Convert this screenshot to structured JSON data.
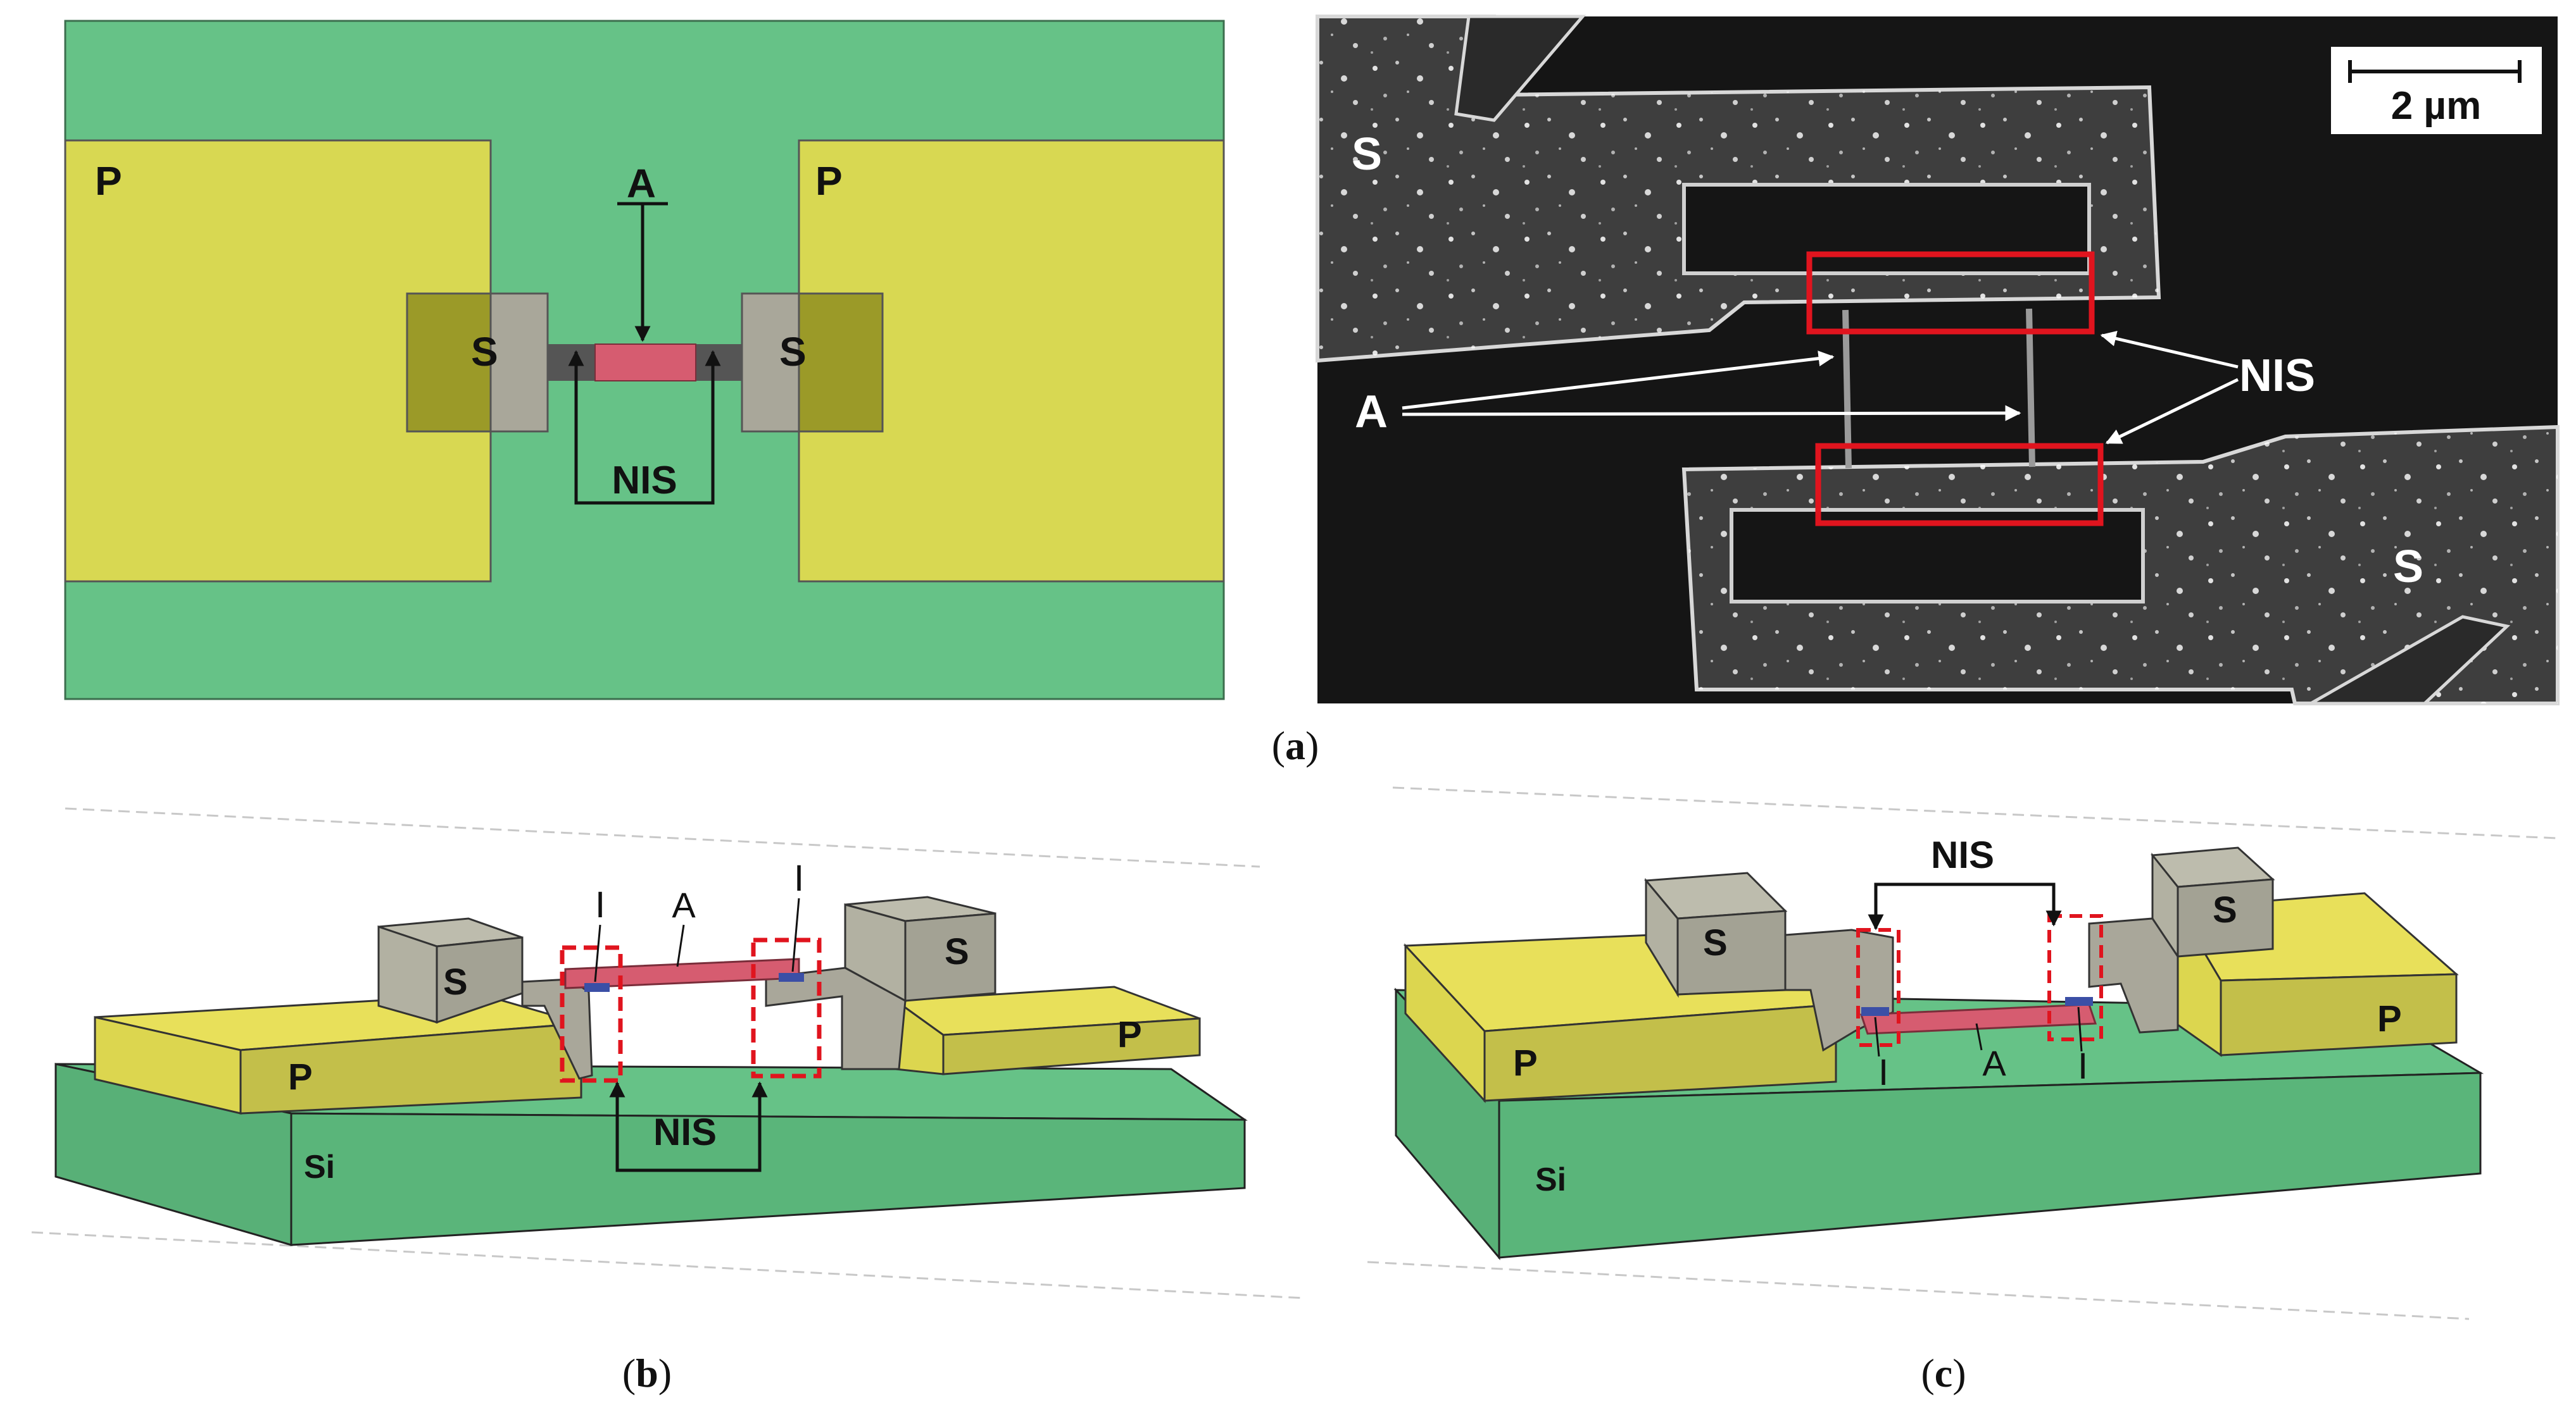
{
  "panel_a_layout": {
    "labels": {
      "p_left": "P",
      "p_right": "P",
      "s_left": "S",
      "s_right": "S",
      "a": "A",
      "nis": "NIS"
    }
  },
  "panel_a_sem": {
    "labels": {
      "s_top": "S",
      "s_bottom": "S",
      "a": "A",
      "nis": "NIS"
    },
    "scale_bar": "2 µm"
  },
  "panel_b": {
    "labels": {
      "s_left": "S",
      "s_right": "S",
      "p_left": "P",
      "p_right": "P",
      "si": "Si",
      "a": "A",
      "i_left": "I",
      "i_right": "I",
      "nis": "NIS"
    }
  },
  "panel_c": {
    "labels": {
      "s_left": "S",
      "s_right": "S",
      "p_left": "P",
      "p_right": "P",
      "si": "Si",
      "a": "A",
      "i_left": "I",
      "i_right": "I",
      "nis": "NIS"
    }
  },
  "captions": {
    "a": {
      "open": "(",
      "letter": "a",
      "close": ")"
    },
    "b": {
      "open": "(",
      "letter": "b",
      "close": ")"
    },
    "c": {
      "open": "(",
      "letter": "c",
      "close": ")"
    }
  },
  "colors": {
    "substrate_green": "#66c287",
    "pad_yellow": "#d8d852",
    "superconductor_gray": "#a9a79a",
    "absorber_red": "#d65c70",
    "nis_box_red": "#e0141e",
    "sem_background": "#151515"
  }
}
